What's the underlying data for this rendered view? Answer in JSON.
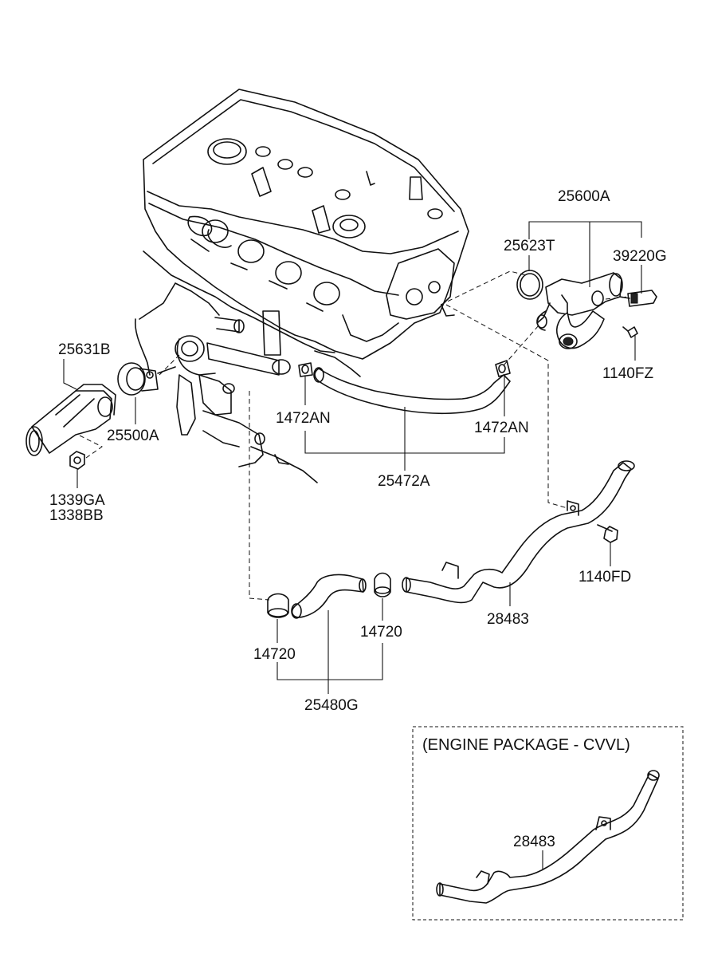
{
  "labels": {
    "l25600A": "25600A",
    "l25623T": "25623T",
    "l39220G": "39220G",
    "l1140FZ": "1140FZ",
    "l25631B": "25631B",
    "l25500A": "25500A",
    "l1339GA": "1339GA",
    "l1338BB": "1338BB",
    "l1472AN_left": "1472AN",
    "l1472AN_right": "1472AN",
    "l25472A": "25472A",
    "l1140FD": "1140FD",
    "l28483": "28483",
    "l14720_left": "14720",
    "l14720_right": "14720",
    "l25480G": "25480G"
  },
  "inset": {
    "title": "(ENGINE PACKAGE - CVVL)",
    "part_label": "28483"
  }
}
